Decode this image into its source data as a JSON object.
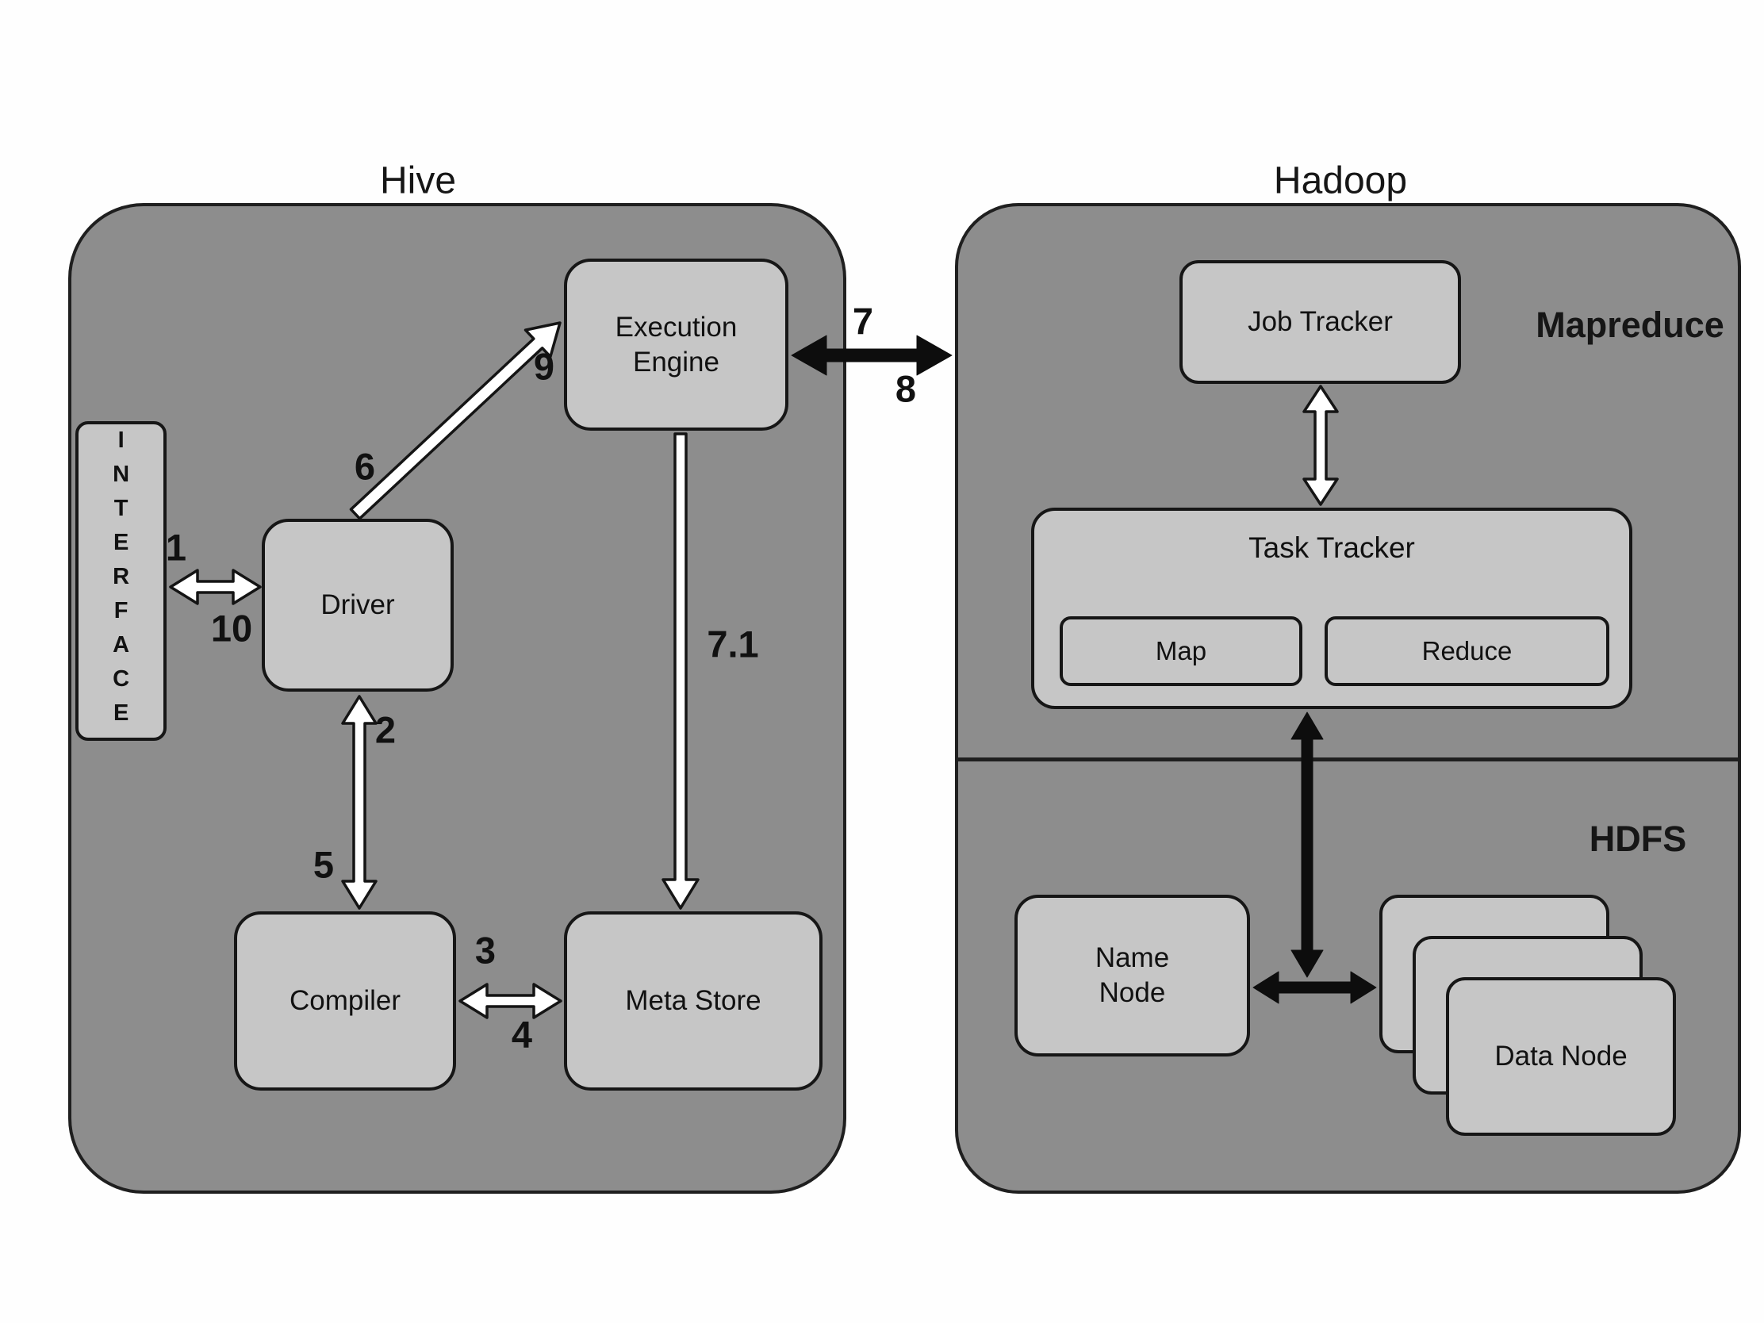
{
  "hive": {
    "title": "Hive",
    "nodes": {
      "interface": "INTERFACE",
      "driver": "Driver",
      "execution_engine": "Execution Engine",
      "compiler": "Compiler",
      "meta_store": "Meta Store"
    },
    "edge_labels": {
      "interface_driver_forward": "1",
      "interface_driver_back": "10",
      "driver_compiler_forward": "2",
      "driver_compiler_back": "5",
      "driver_execution_engine": "6",
      "execution_engine_driver": "9",
      "compiler_meta_store_forward": "3",
      "compiler_meta_store_back": "4",
      "execution_engine_meta_store": "7.1"
    }
  },
  "bridge": {
    "execution_engine_hadoop": "7",
    "hadoop_execution_engine": "8"
  },
  "hadoop": {
    "title": "Hadoop",
    "sections": {
      "mapreduce": "Mapreduce",
      "hdfs": "HDFS"
    },
    "nodes": {
      "job_tracker": "Job Tracker",
      "task_tracker": "Task Tracker",
      "map": "Map",
      "reduce": "Reduce",
      "name_node": "Name Node",
      "data_node": "Data Node"
    }
  },
  "colors": {
    "background": "#ffffff",
    "container_fill": "#8d8d8d",
    "node_fill": "#c6c6c6",
    "line": "#141414"
  }
}
